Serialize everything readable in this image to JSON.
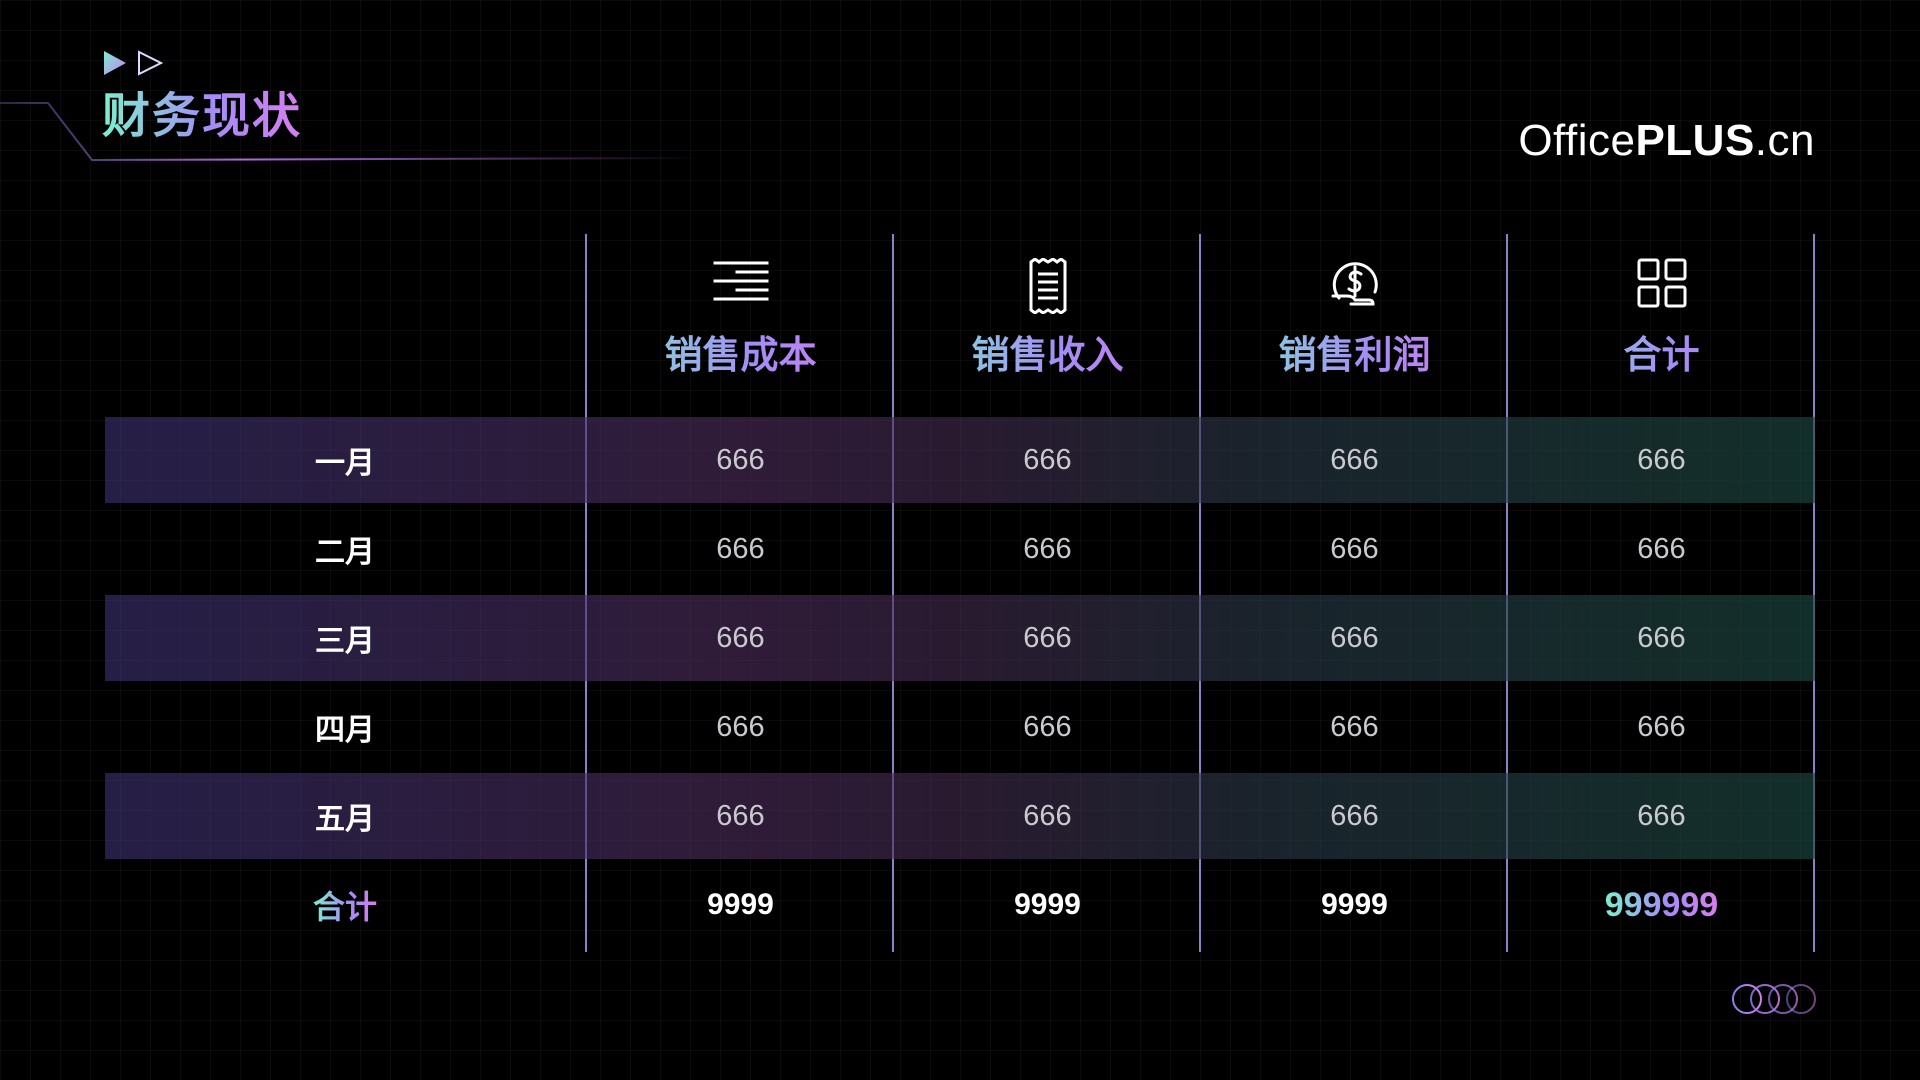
{
  "title": "财务现状",
  "brand": {
    "prefix": "Office",
    "bold": "PLUS",
    "suffix": ".cn"
  },
  "header_icons": [
    "align-lines-icon",
    "receipt-icon",
    "dollar-coin-icon",
    "grid-icon"
  ],
  "columns": [
    "销售成本",
    "销售收入",
    "销售利润",
    "合计"
  ],
  "rows": [
    {
      "label": "一月",
      "values": [
        "666",
        "666",
        "666",
        "666"
      ]
    },
    {
      "label": "二月",
      "values": [
        "666",
        "666",
        "666",
        "666"
      ]
    },
    {
      "label": "三月",
      "values": [
        "666",
        "666",
        "666",
        "666"
      ]
    },
    {
      "label": "四月",
      "values": [
        "666",
        "666",
        "666",
        "666"
      ]
    },
    {
      "label": "五月",
      "values": [
        "666",
        "666",
        "666",
        "666"
      ]
    }
  ],
  "total": {
    "label": "合计",
    "values": [
      "9999",
      "9999",
      "9999",
      "999999"
    ]
  },
  "colors": {
    "background": "#000000",
    "gradient_start": "#7cf0d0",
    "gradient_end": "#d77ef0",
    "divider": "#8a82c8",
    "value_text": "#c9c9cf"
  }
}
